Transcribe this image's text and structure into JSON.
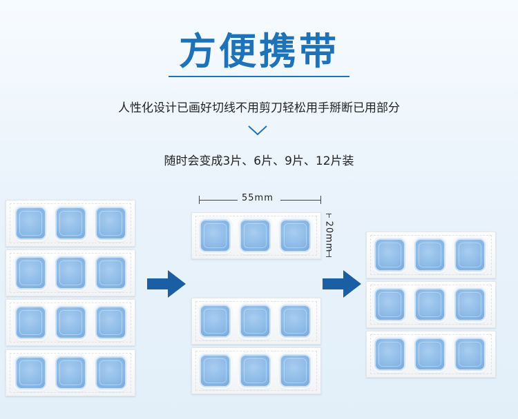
{
  "header": {
    "title": "方便携带",
    "subtitle": "人性化设计已画好切线不用剪刀轻松用手掰断已用部分",
    "caption": "随时会变成3片、6片、9片、12片装"
  },
  "dimensions": {
    "width_label": "55mm",
    "height_label": "20mm"
  },
  "icons": {
    "chevron": "chevron-down-icon",
    "arrow": "arrow-right-icon"
  },
  "colors": {
    "accent": "#1e73b8",
    "tablet": "#8dbbe8",
    "arrow": "#1a5fa3"
  }
}
